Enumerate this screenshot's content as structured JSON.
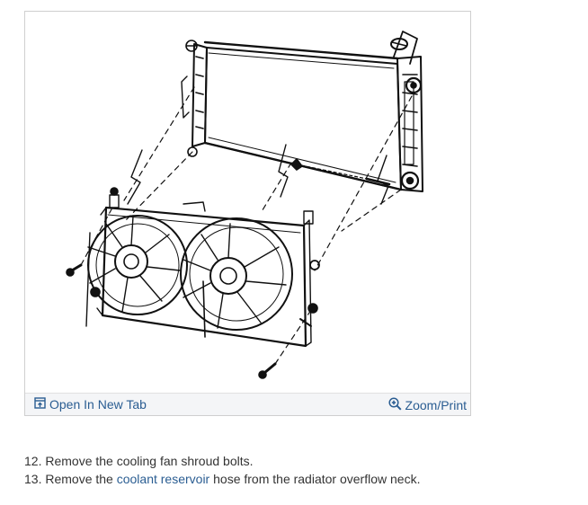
{
  "figure": {
    "toolbar": {
      "open_label": "Open In New Tab",
      "zoom_label": "Zoom/Print"
    }
  },
  "steps": [
    {
      "number": "12.",
      "parts": [
        "Remove the cooling fan shroud bolts."
      ]
    },
    {
      "number": "13.",
      "parts": [
        "Remove the ",
        "coolant reservoir",
        " hose from the radiator overflow neck."
      ]
    }
  ],
  "colors": {
    "link": "#2a5d92",
    "text": "#333333",
    "toolbar_bg": "#f4f5f7",
    "frame_border": "#cfcfcf"
  },
  "icons": {
    "open": "open-new-tab-icon",
    "zoom": "zoom-magnifier-icon"
  }
}
